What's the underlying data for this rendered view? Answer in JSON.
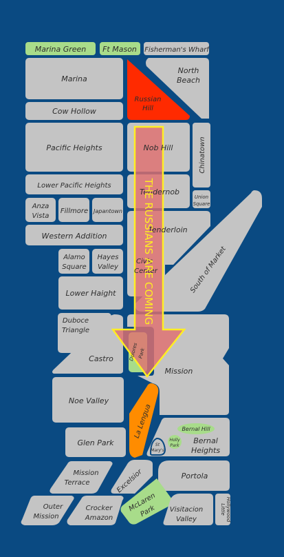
{
  "colors": {
    "background": "#0a4a82",
    "neighborhood": "#c4c4c4",
    "park": "#a8dc8a",
    "russian_hill": "#ff2a00",
    "la_lengua": "#ff8c00",
    "arrow_fill": "#e07070",
    "arrow_stroke": "#ffee22",
    "label": "#2d2d2d"
  },
  "banner": "THE RUSSIANS ARE COMING",
  "labels": {
    "marina_green": "Marina Green",
    "ft_mason": "Ft Mason",
    "fishermans_wharf": "Fisherman's Wharf",
    "marina": "Marina",
    "north": "North",
    "beach": "Beach",
    "russian": "Russian",
    "hill": "Hill",
    "cow_hollow": "Cow Hollow",
    "pacific_heights": "Pacific Heights",
    "nob_hill": "Nob Hill",
    "chinatown": "Chinatown",
    "lower_pacific_heights": "Lower Pacific Heights",
    "tendernob": "Tendernob",
    "union": "Union",
    "square": "Square",
    "anza": "Anza",
    "vista": "Vista",
    "fillmore": "Fillmore",
    "japantown": "Japantown",
    "western_addition": "Western Addition",
    "tenderloin": "Tenderloin",
    "alamo": "Alamo",
    "hayes": "Hayes",
    "valley": "Valley",
    "civic": "Civic",
    "center": "Center",
    "south_of_market": "South of Market",
    "lower_haight": "Lower Haight",
    "duboce": "Duboce",
    "triangle": "Triangle",
    "castro": "Castro",
    "dolores": "Dolores",
    "park": "Park",
    "mission": "Mission",
    "noe_valley": "Noe Valley",
    "la_lengua": "La Lengua",
    "bernal_hill": "Bernal Hill",
    "holly": "Holly",
    "st": "St",
    "marys": "Mary's",
    "bernal": "Bernal",
    "heights": "Heights",
    "glen_park": "Glen Park",
    "terrace": "Terrace",
    "excelsior": "Excelsior",
    "portola": "Portola",
    "outer": "Outer",
    "crocker": "Crocker",
    "amazon": "Amazon",
    "mclaren": "McLaren",
    "visitacion": "Visitacion",
    "little": "Little",
    "hollywood": "Hollywood"
  }
}
